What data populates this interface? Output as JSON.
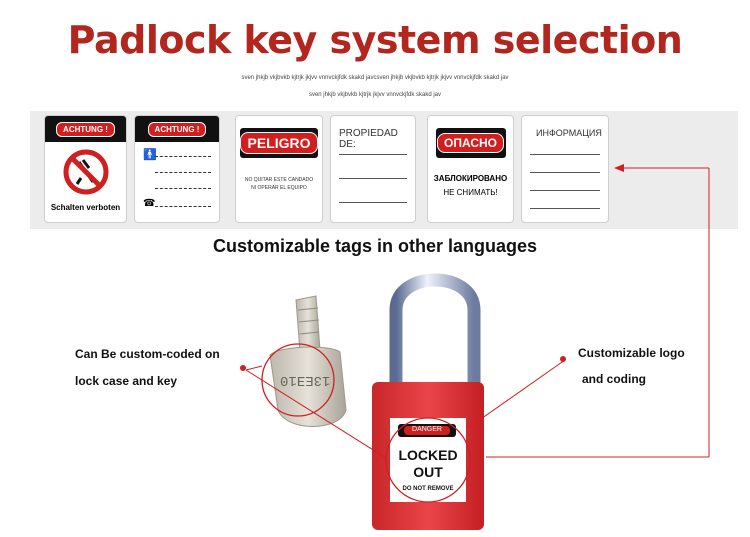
{
  "title": "Padlock key system selection",
  "subtitle_line1": "sven jhkjb vkjbvkb kjtrjk jkjvv vnnvckjfdk skakd javcsven jhkjb vkjbvkb kjtrjk jkjvv vnnvckjfdk skakd jav",
  "subtitle_line2": "sven jhkjb vkjbvkb kjtrjk jkjvv vnnvckjfdk skakd jav",
  "tags": {
    "tag1": {
      "header": "ACHTUNG !",
      "footer": "Schalten verboten"
    },
    "tag2": {
      "header": "ACHTUNG !"
    },
    "tag3": {
      "header": "PELIGRO",
      "note1": "NO QUITAR ESTE CANDADO",
      "note2": "NI OPERAR EL EQUIPO"
    },
    "tag4": {
      "label": "PROPIEDAD DE:"
    },
    "tag5": {
      "header": "ОПАСНО",
      "line1": "ЗАБЛОКИРОВАНО",
      "line2": "НЕ СНИМАТЬ!"
    },
    "tag6": {
      "label": "ИНФОРМАЦИЯ"
    }
  },
  "caption": "Customizable tags in other languages",
  "left_note": {
    "line1": "Can Be custom-coded on",
    "line2": "lock case and key"
  },
  "right_note": {
    "line1": "Customizable logo",
    "line2": "and coding"
  },
  "key_code": "13EƎ10",
  "padlock": {
    "danger": "DANGER",
    "locked": "LOCKED",
    "out": "OUT",
    "small": "DO NOT REMOVE"
  },
  "colors": {
    "accent_red": "#d11f1f",
    "title_red": "#b3261e",
    "lock_body": "#e0393b"
  }
}
